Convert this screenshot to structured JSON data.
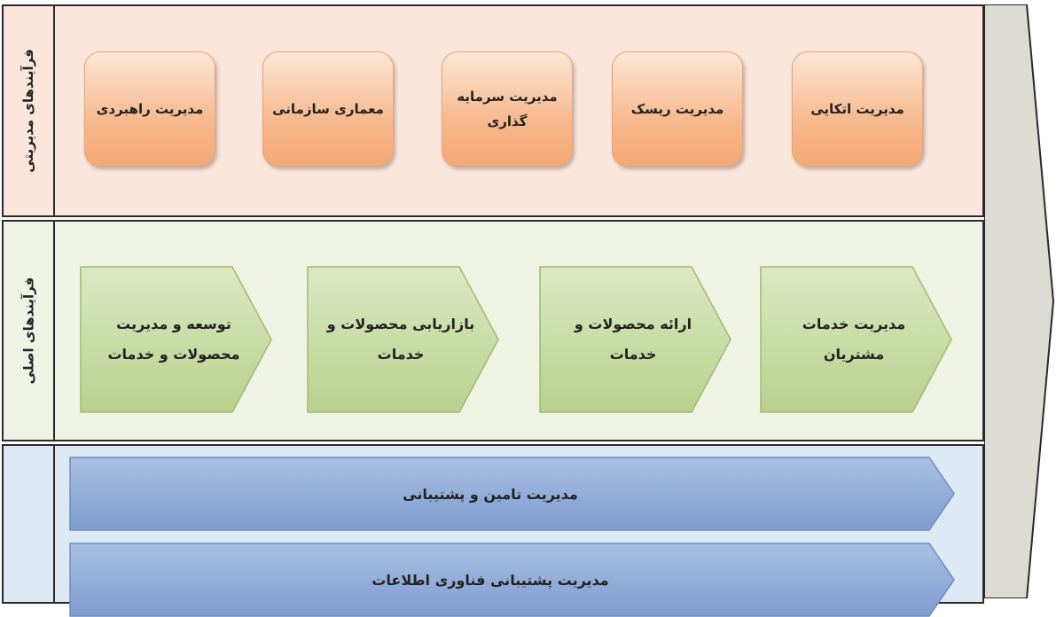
{
  "rows": {
    "management": {
      "label": "فرآیندهای مدیریتی",
      "boxes": [
        {
          "label": "مدیریت راهبردی"
        },
        {
          "label": "معماری سازمانی"
        },
        {
          "label": "مدیریت سرمایه گذاری"
        },
        {
          "label": "مدیریت ریسک"
        },
        {
          "label": "مدیریت اتکایی"
        }
      ]
    },
    "core": {
      "label": "فرآیندهای اصلی",
      "chevrons": [
        {
          "label": "توسعه و مدیریت محصولات و خدمات"
        },
        {
          "label": "بازاریابی محصولات و خدمات"
        },
        {
          "label": "ارائه محصولات و خدمات"
        },
        {
          "label": "مدیریت خدمات مشتریان"
        }
      ]
    },
    "support": {
      "arrows": [
        {
          "label": "مدیریت تامین و پشتیبانی"
        },
        {
          "label": "مدیریت پشتیبانی فناوری اطلاعات"
        }
      ]
    }
  },
  "colors": {
    "management_bg": "#fbe6dc",
    "core_bg": "#eef3e3",
    "support_bg": "#dde9f3",
    "box_fill": "#f7b98e",
    "chevron_fill": "#c5d9a0",
    "arrow_fill": "#8eaad8"
  }
}
